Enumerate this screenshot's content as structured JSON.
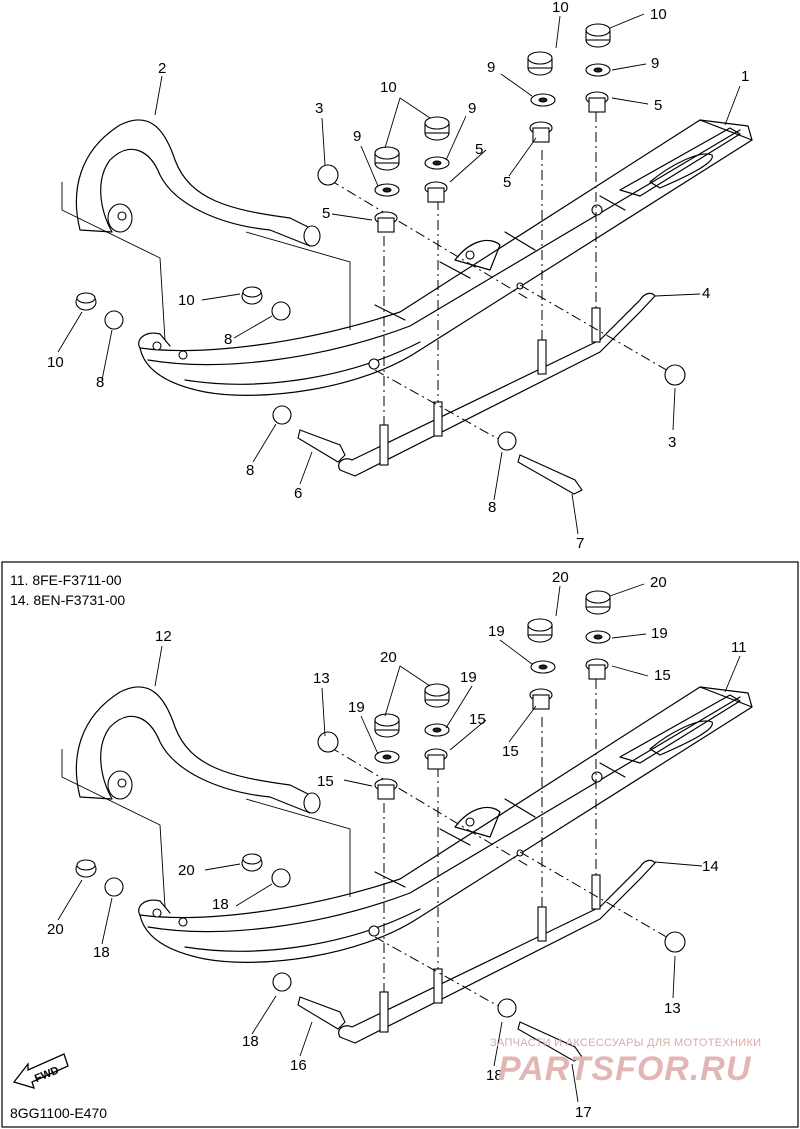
{
  "part_numbers": [
    "11. 8FE-F3711-00",
    "14. 8EN-F3731-00"
  ],
  "diagram_code": "8GG1100-E470",
  "fwd_label": "FWD",
  "watermark": {
    "tagline": "ЗАПЧАСТИ И АКСЕССУАРЫ ДЛЯ МОТОТЕХНИКИ",
    "brand": "PARTSFOR.RU"
  },
  "upper_callouts": [
    "10",
    "10",
    "10",
    "9",
    "9",
    "10",
    "9",
    "9",
    "5",
    "1",
    "5",
    "2",
    "3",
    "9",
    "5",
    "5",
    "10",
    "8",
    "10",
    "8",
    "4",
    "3",
    "8",
    "6",
    "8",
    "7"
  ],
  "lower_callouts": [
    "20",
    "20",
    "19",
    "19",
    "20",
    "19",
    "15",
    "11",
    "15",
    "12",
    "13",
    "15",
    "19",
    "15",
    "14",
    "20",
    "18",
    "20",
    "18",
    "13",
    "18",
    "16",
    "18",
    "17"
  ]
}
